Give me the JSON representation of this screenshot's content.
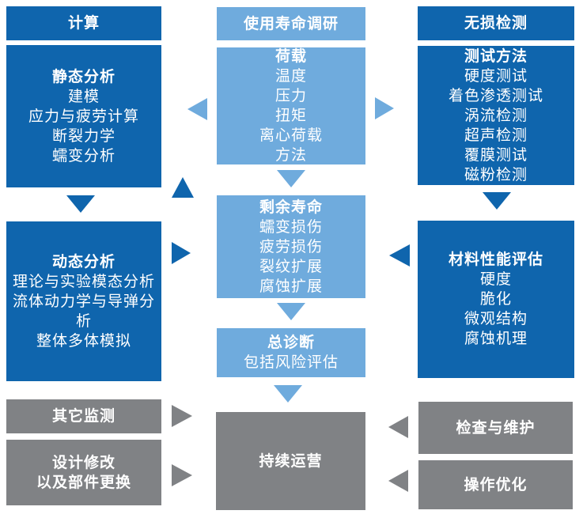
{
  "colors": {
    "dark_blue": "#0f65ad",
    "light_blue": "#6fabdd",
    "gray": "#808285",
    "text": "#ffffff",
    "background": "#ffffff"
  },
  "icons": {
    "arrow_down": "▼",
    "arrow_up": "▲",
    "arrow_left": "◀",
    "arrow_right": "▶"
  },
  "columns": {
    "left": {
      "header": "计算",
      "static_analysis": {
        "title": "静态分析",
        "lines": [
          "建模",
          "应力与疲劳计算",
          "断裂力学",
          "蠕变分析"
        ]
      },
      "dynamic_analysis": {
        "title": "动态分析",
        "lines": [
          "理论与实验模态分析",
          "流体动力学与导弹分析",
          "整体多体模拟"
        ]
      },
      "other_monitoring": "其它监测",
      "design_modification": {
        "line1": "设计修改",
        "line2": "以及部件更换"
      }
    },
    "middle": {
      "header": "使用寿命调研",
      "service_loads": {
        "title": "荷载",
        "lines": [
          "温度",
          "压力",
          "扭矩",
          "离心荷载",
          "方法"
        ]
      },
      "remaining_life": {
        "title": "剩余寿命",
        "lines": [
          "蠕变损伤",
          "疲劳损伤",
          "裂纹扩展",
          "腐蚀扩展"
        ]
      },
      "diagnosis": {
        "title": "总诊断",
        "lines": [
          "包括风险评估"
        ]
      },
      "continuous_operation": "持续运营"
    },
    "right": {
      "header": "无损检测",
      "test_methods": {
        "title": "测试方法",
        "lines": [
          "硬度测试",
          "着色渗透测试",
          "涡流检测",
          "超声检测",
          "覆膜测试",
          "磁粉检测"
        ]
      },
      "material_evaluation": {
        "title": "材料性能评估",
        "lines": [
          "硬度",
          "脆化",
          "微观结构",
          "腐蚀机理"
        ]
      },
      "inspection_maintenance": "检查与维护",
      "operation_optimization": "操作优化"
    }
  }
}
